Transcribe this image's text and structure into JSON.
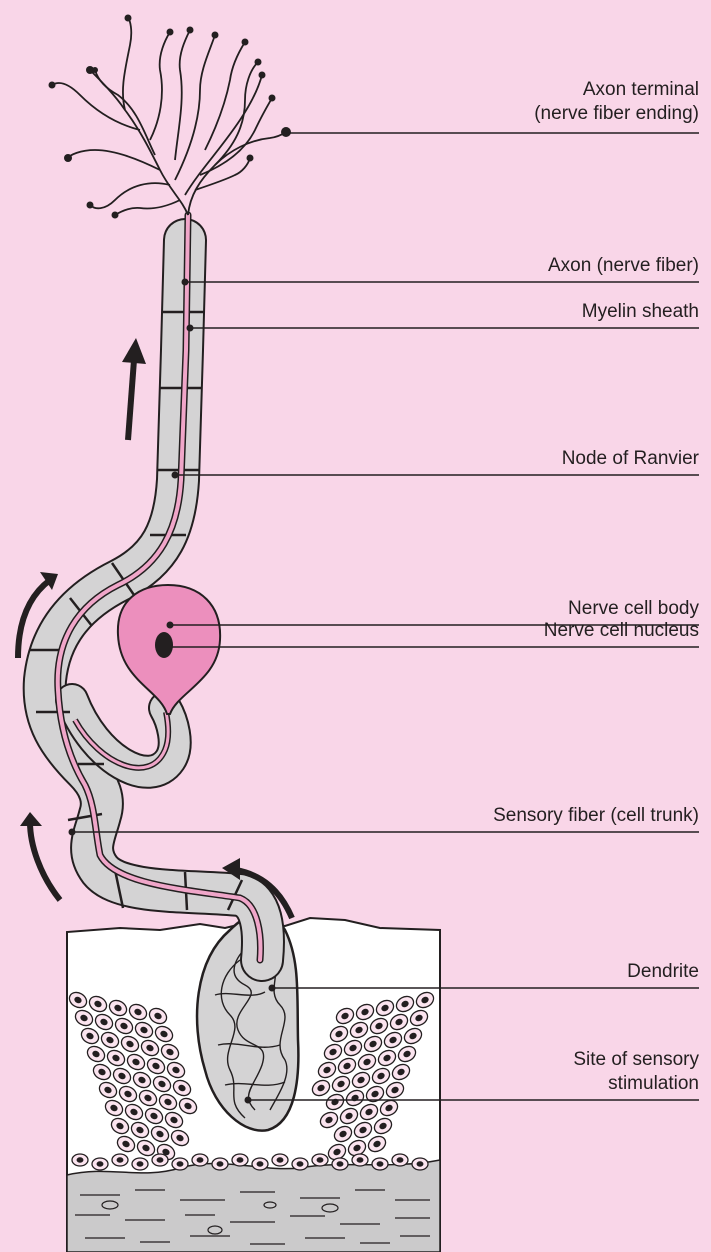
{
  "labels": {
    "axon_terminal": [
      "Axon terminal",
      "(nerve fiber ending)"
    ],
    "axon": "Axon (nerve fiber)",
    "myelin": "Myelin sheath",
    "node": "Node of Ranvier",
    "cell_body": "Nerve cell body",
    "nucleus": "Nerve cell nucleus",
    "sensory_fiber": "Sensory fiber (cell trunk)",
    "dendrite": "Dendrite",
    "site": [
      "Site of sensory",
      "stimulation"
    ]
  },
  "colors": {
    "background": "#f9d6e8",
    "sheath": "#d4d3d4",
    "cell_body": "#ec8fbd",
    "axon_core": "#f0a6c9",
    "skin": "#ffffff",
    "tissue": "#cbcacb",
    "ink": "#231f20"
  },
  "icons": [
    "signal-direction-arrow-icon"
  ]
}
